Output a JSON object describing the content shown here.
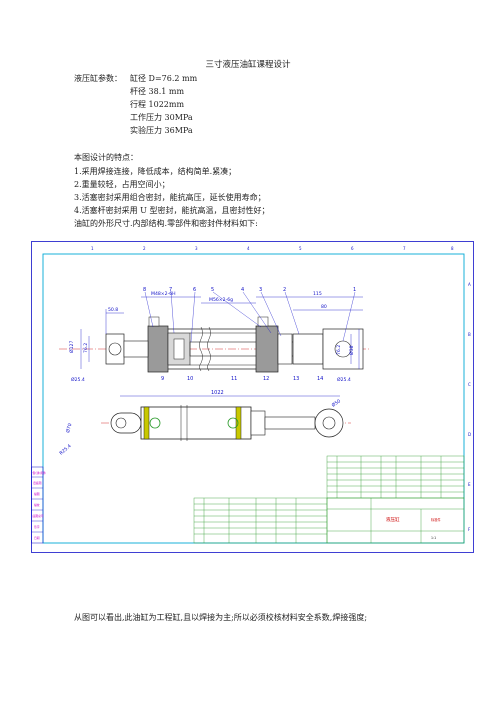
{
  "doc": {
    "title": "三寸液压油缸课程设计",
    "params_label": "液压缸参数：",
    "params": [
      "缸径 D=76.2 mm",
      "杆径 38.1 mm",
      "行程  1022mm",
      "工作压力 30MPa",
      "实验压力  36MPa"
    ],
    "features_heading": "本图设计的特点：",
    "features": [
      "1.采用焊接连接，降低成本，结构简单.紧凑；",
      "2.重量较轻，占用空间小；",
      "3.活塞密封采用组合密封，能抗高压，延长使用寿命；",
      "4.活塞杆密封采用 U 型密封，能抗高温，且密封性好；",
      "油缸的外形尺寸.内部结构.零部件和密封件材料如下:"
    ],
    "footer": "从图可以看出,此油缸为工程缸,且以焊接为主;所以必须校核材料安全系数,焊接强度;"
  },
  "drawing": {
    "colors": {
      "border": "#1010c8",
      "cyan": "#00a9d6",
      "magenta": "#c800c8",
      "red": "#cc0000",
      "green": "#2a9a2a",
      "yellow": "#c8c800",
      "body": "#222"
    },
    "part_numbers": [
      "8",
      "7",
      "6",
      "5",
      "4",
      "3",
      "2",
      "1"
    ],
    "bottom_numbers": [
      "9",
      "10",
      "11",
      "12",
      "13",
      "14"
    ],
    "dimensions": {
      "overall_length": "1022",
      "right_len": "115",
      "right_len2": "80",
      "left_len": "50.8",
      "thread": "M48×2-6H",
      "port": "M56×2-6g",
      "dia_left": "Ø25.4",
      "dia_right": "Ø25.4",
      "radius": "R25.4",
      "dia_phi": "Ø38",
      "left_height": "Ø127",
      "left_height2": "76.2",
      "right_height": "76.2",
      "side_dim": "Ø70",
      "eye": "Ø50"
    },
    "title_block": {
      "name": "液压缸",
      "drawing_no": "标准件",
      "scale": "1:1"
    },
    "left_stamps": [
      "借(通)用件",
      "旧底图",
      "描图",
      "描校",
      "底图总号",
      "签字",
      "日期"
    ],
    "zone_numbers": [
      "1",
      "2",
      "3",
      "4",
      "5",
      "6",
      "7",
      "8"
    ],
    "zone_letters": [
      "A",
      "B",
      "C",
      "D",
      "E",
      "F"
    ]
  }
}
